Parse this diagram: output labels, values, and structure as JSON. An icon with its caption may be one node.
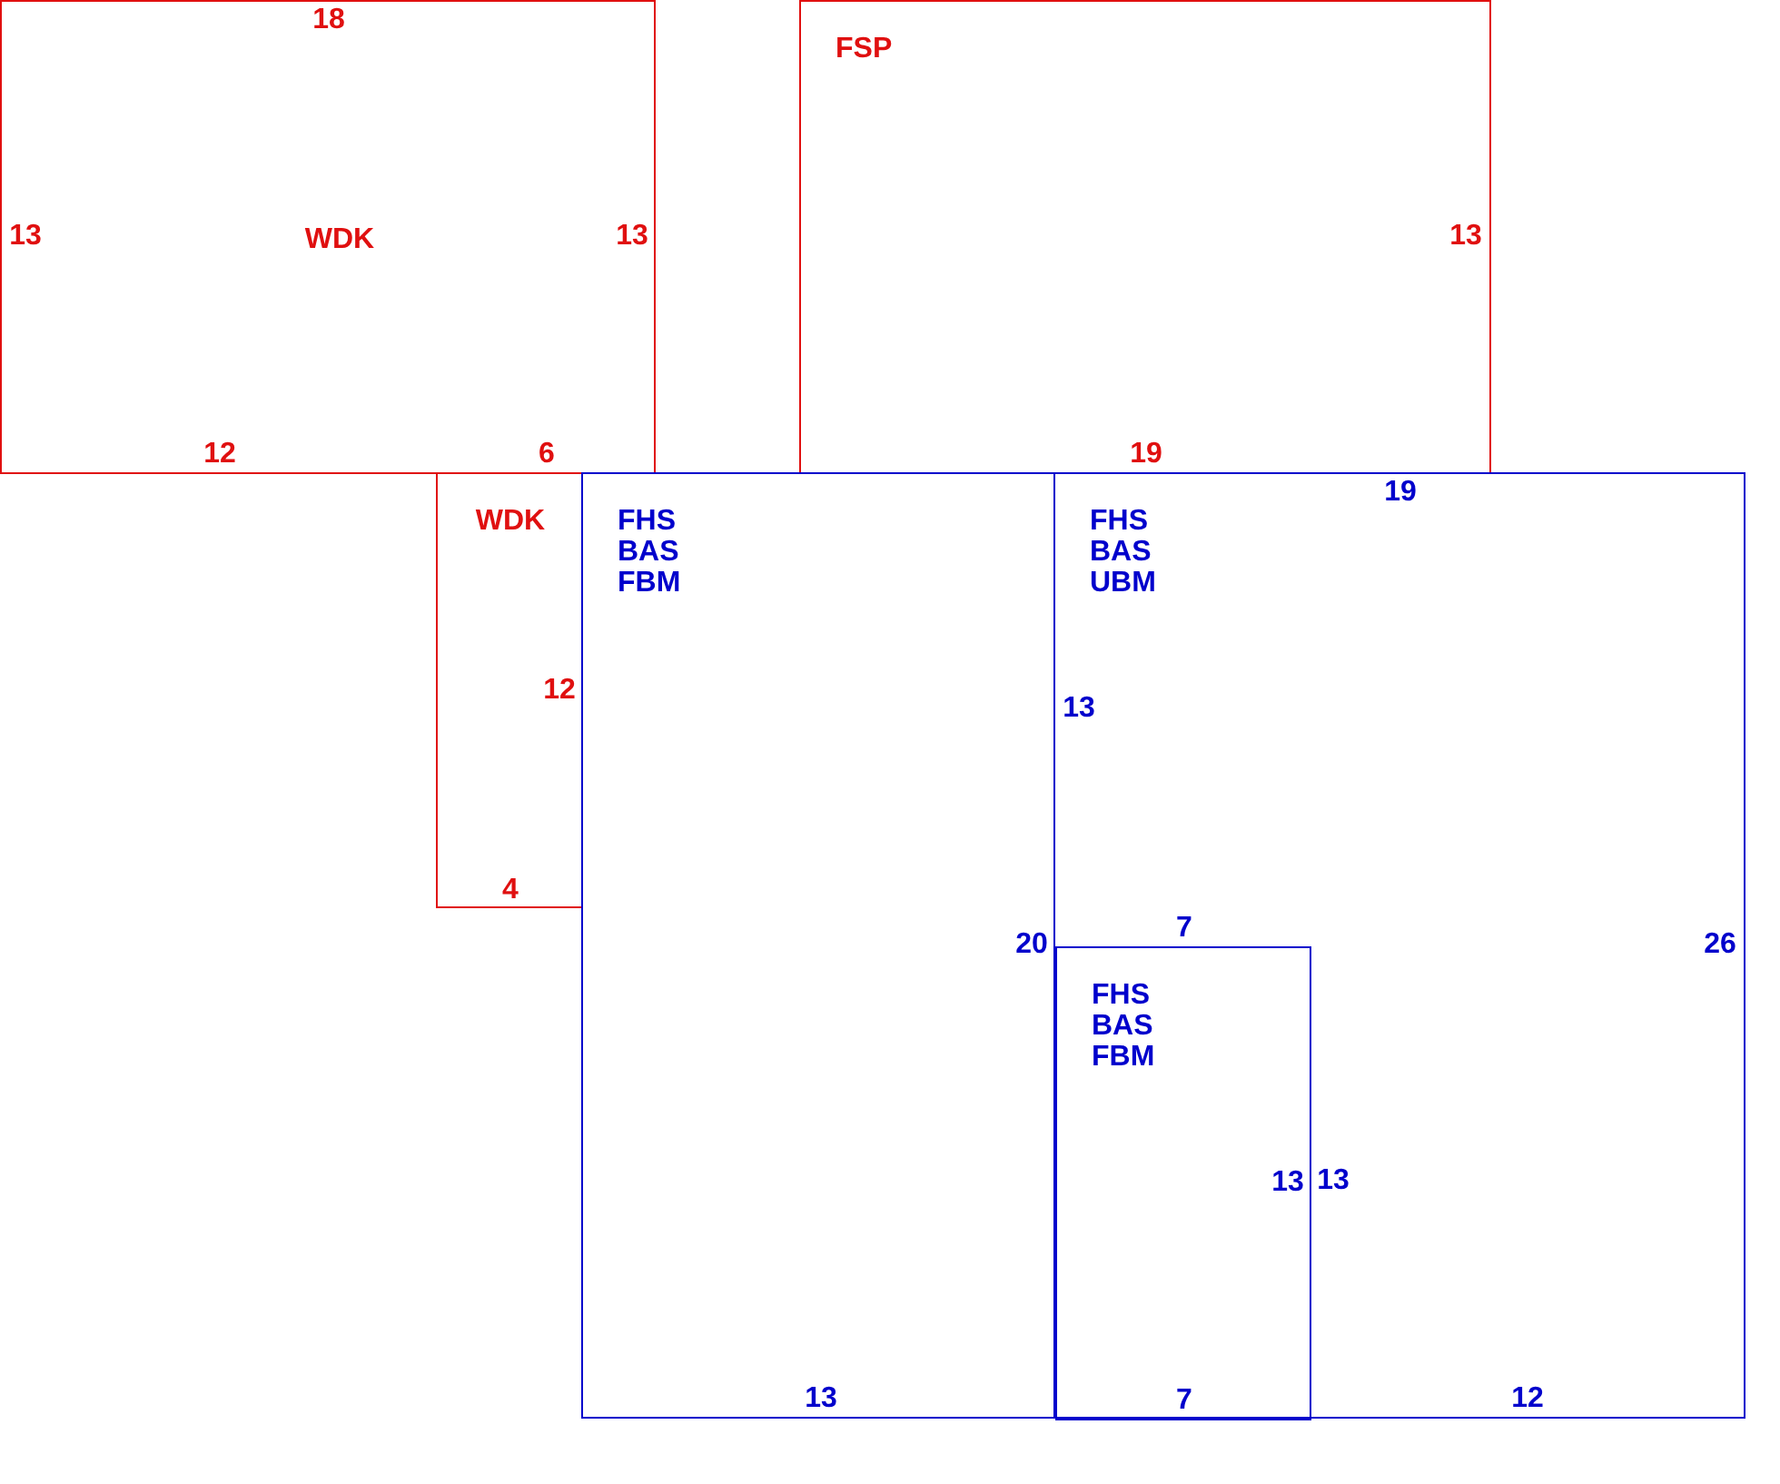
{
  "diagram": {
    "nodes": [
      {
        "text": [
          "18",
          "13",
          "WDK",
          "13",
          "12",
          "6"
        ]
      },
      {
        "text": [
          "FSP",
          "13",
          "19"
        ]
      },
      {
        "text": [
          "WDK",
          "12",
          "4"
        ]
      },
      {
        "text": [
          "FHS",
          "BAS",
          "FBM",
          "20",
          "13"
        ]
      },
      {
        "text": [
          "19",
          "FHS",
          "BAS",
          "UBM",
          "13",
          "26",
          "13",
          "12"
        ]
      },
      {
        "text": [
          "7",
          "FHS",
          "BAS",
          "FBM",
          "13",
          "7"
        ],
        "in": 4
      }
    ]
  }
}
